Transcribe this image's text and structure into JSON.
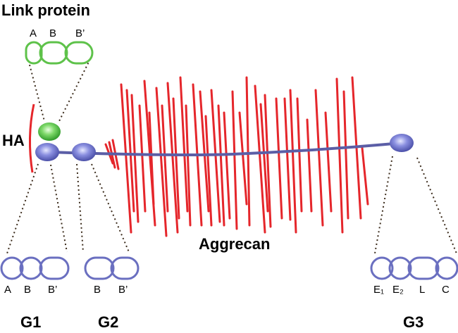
{
  "labels": {
    "link_protein": "Link protein",
    "ha": "HA",
    "aggrecan": "Aggrecan",
    "g1": "G1",
    "g2": "G2",
    "g3": "G3"
  },
  "link_protein_domains": [
    "A",
    "B",
    "B’"
  ],
  "g1_domains": [
    "A",
    "B",
    "B’"
  ],
  "g2_domains": [
    "B",
    "B’"
  ],
  "g3_domains": [
    "E₁",
    "E₂",
    "L",
    "C"
  ],
  "colors": {
    "core_protein": "#5b5ea6",
    "globular_domain": "#6a6fc0",
    "link_protein": "#5ec24a",
    "gag_chains": "#e5262b",
    "hyaluronan": "#e5262b",
    "connector_dots": "#3a2a1a",
    "text": "#000000"
  }
}
